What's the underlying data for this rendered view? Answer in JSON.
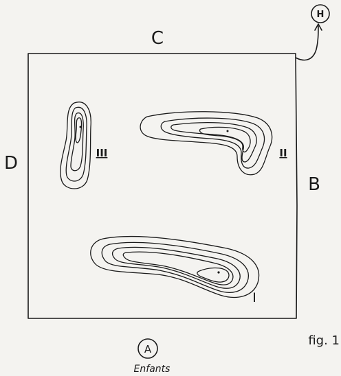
{
  "figure": {
    "label": "fig. 1"
  },
  "sides": {
    "top": "C",
    "left": "D",
    "right": "B"
  },
  "entrance": {
    "circle_letter": "A",
    "caption": "Enfants"
  },
  "exit": {
    "circle_letter": "H"
  },
  "zones": [
    {
      "numeral": "III"
    },
    {
      "numeral": "II"
    },
    {
      "numeral": "I"
    }
  ]
}
